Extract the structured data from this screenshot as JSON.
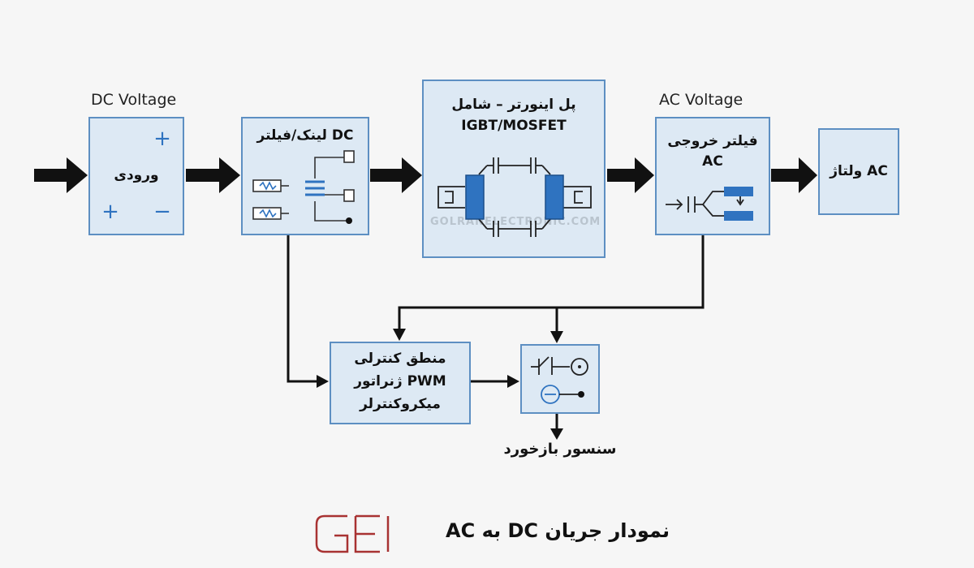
{
  "labels": {
    "dc_voltage": "DC Voltage",
    "ac_voltage": "AC Voltage",
    "input": "ورودی",
    "dc_link_filter": "لینک/فیلتر DC",
    "inverter_bridge_line1": "پل اینورتر – شامل",
    "inverter_bridge_line2": "IGBT/MOSFET",
    "output_filter_line1": "فیلتر خروجی",
    "output_filter_line2": "AC",
    "ac_voltage_out": "ولتاژ AC",
    "control_line1": "منطق کنترلی",
    "control_line2": "ژنراتور PWM",
    "control_line3": "میکروکنترلر",
    "feedback_sensor": "سنسور بازخورد",
    "plus": "+",
    "minus": "−",
    "watermark": "GOLRANELECTRONIC.COM"
  },
  "caption": {
    "title": "نمودار جریان DC به AC",
    "logo_text": "GEI"
  },
  "colors": {
    "box_fill": "#dde9f4",
    "box_border": "#5d8fc2",
    "accent_blue": "#2f73c0",
    "logo_red": "#a83232"
  },
  "icons": [
    "thick-arrow-icon",
    "resistor-icon",
    "capacitor-icon",
    "transistor-icon",
    "switch-icon",
    "gauge-icon"
  ]
}
